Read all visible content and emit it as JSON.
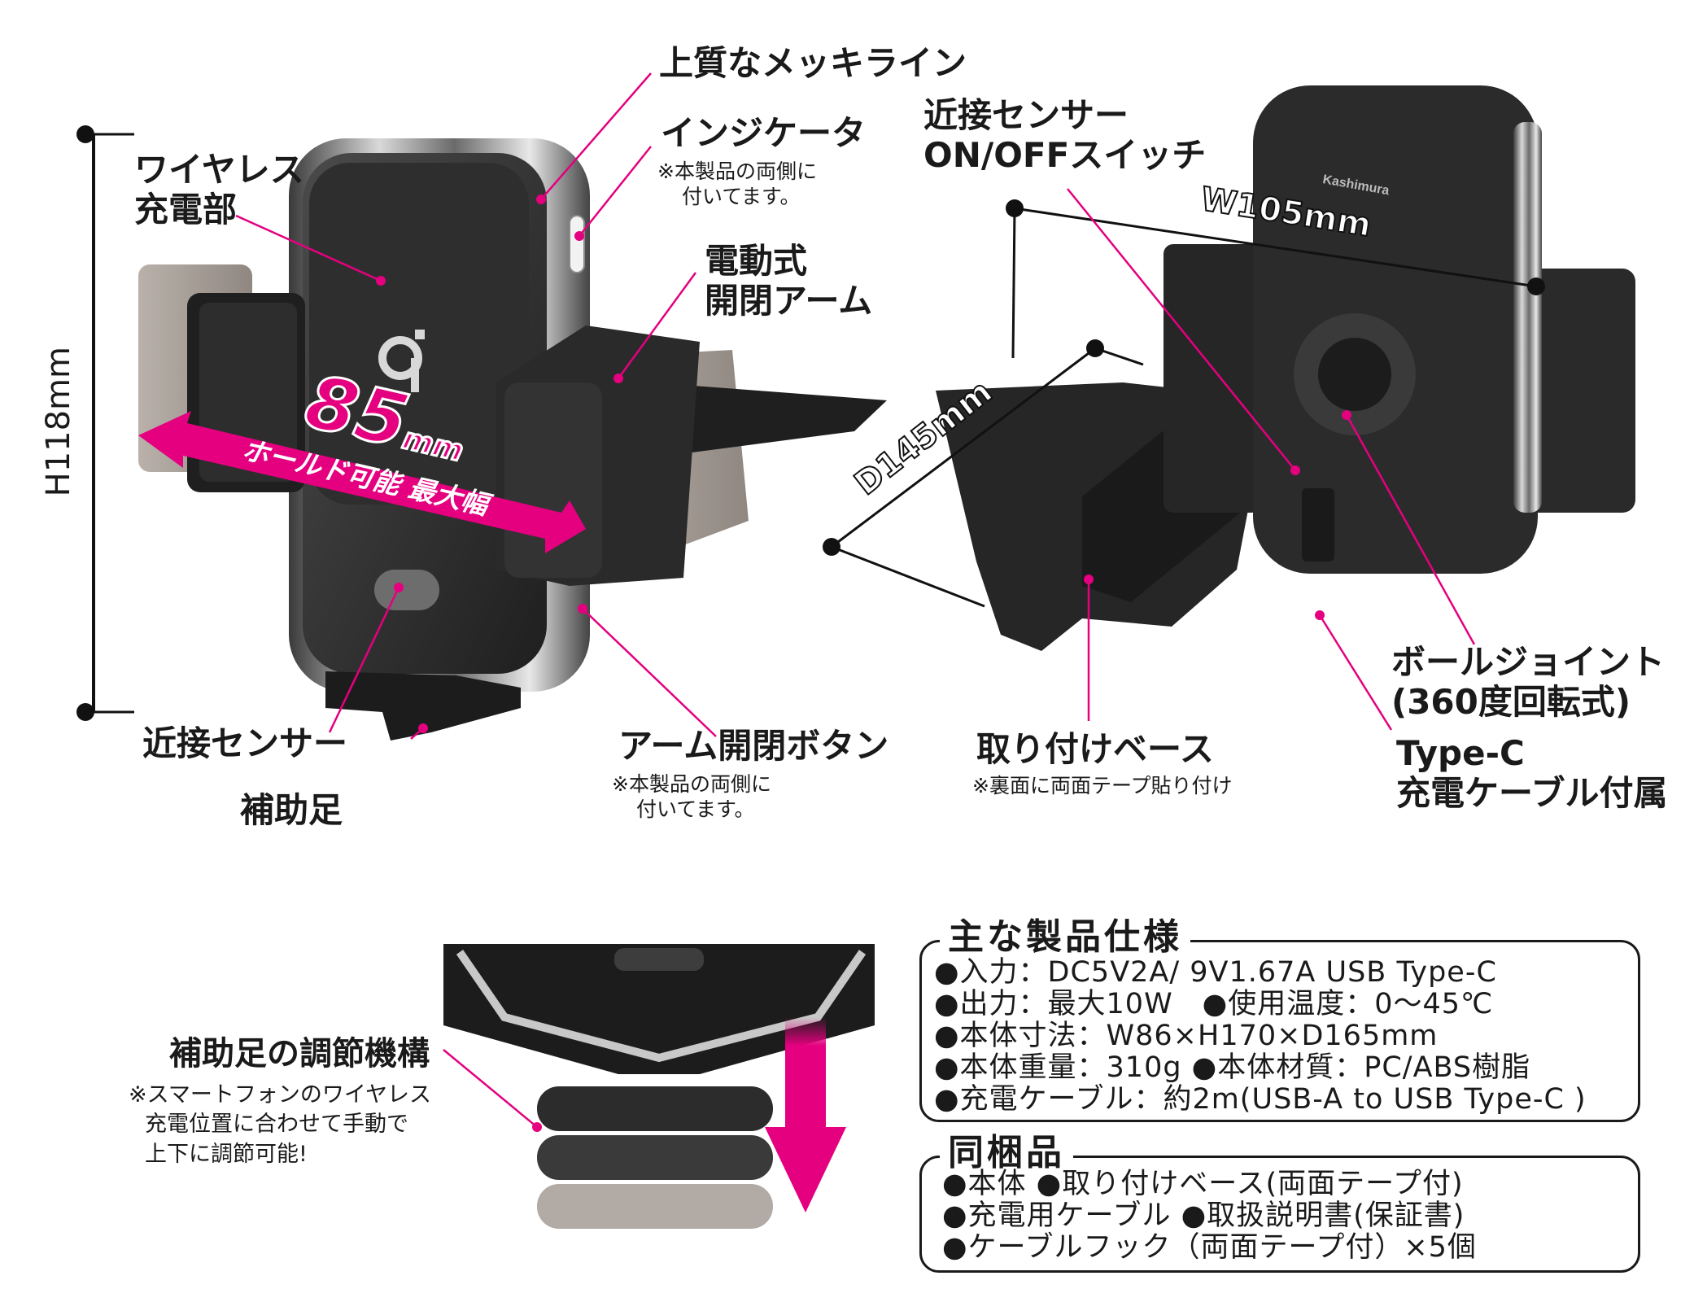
{
  "left_product": {
    "height_dim": "H118mm",
    "hold_width": {
      "value": "85",
      "unit": "mm",
      "caption": "ホールド可能 最大幅"
    },
    "qi_logo": "qi",
    "callouts": {
      "wireless_charger": [
        "ワイヤレス",
        "充電部"
      ],
      "plating_line": "上質なメッキライン",
      "indicator": "インジケータ",
      "indicator_note": [
        "※本製品の両側に",
        "付いてます。"
      ],
      "motor_arm": [
        "電動式",
        "開閉アーム"
      ],
      "proximity_sensor": "近接センサー",
      "aux_foot": "補助足",
      "arm_button": "アーム開閉ボタン",
      "arm_button_note": [
        "※本製品の両側に",
        "付いてます。"
      ]
    }
  },
  "right_product": {
    "width_dim": "W105mm",
    "depth_dim": "D145mm",
    "brand": "Kashimura",
    "callouts": {
      "sensor_switch": [
        "近接センサー",
        "ON/OFFスイッチ"
      ],
      "ball_joint": [
        "ボールジョイント",
        "(360度回転式)"
      ],
      "base": "取り付けベース",
      "base_note": "※裏面に両面テープ貼り付け",
      "cable": [
        "Type-C",
        "充電ケーブル付属"
      ]
    }
  },
  "bottom_product": {
    "title": "補助足の調節機構",
    "note": [
      "※スマートフォンのワイヤレス",
      "充電位置に合わせて手動で",
      "上下に調節可能!"
    ]
  },
  "specs": {
    "title": "主な製品仕様",
    "lines": [
      "●入力：DC5V2A/ 9V1.67A USB Type-C",
      "●出力：最大10W　●使用温度：0～45℃",
      "●本体寸法：W86×H170×D165mm",
      "●本体重量：310g ●本体材質：PC/ABS樹脂",
      "●充電ケーブル：約2m(USB-A to USB Type-C )"
    ]
  },
  "contents": {
    "title": "同梱品",
    "lines": [
      "●本体 ●取り付けベース(両面テープ付)",
      "●充電用ケーブル ●取扱説明書(保証書)",
      "●ケーブルフック（両面テープ付）×5個"
    ]
  },
  "colors": {
    "accent": "#e4007f",
    "ink": "#1a1a1a",
    "device": "#2b2b2b",
    "arm_ghost": "#a79e97"
  }
}
